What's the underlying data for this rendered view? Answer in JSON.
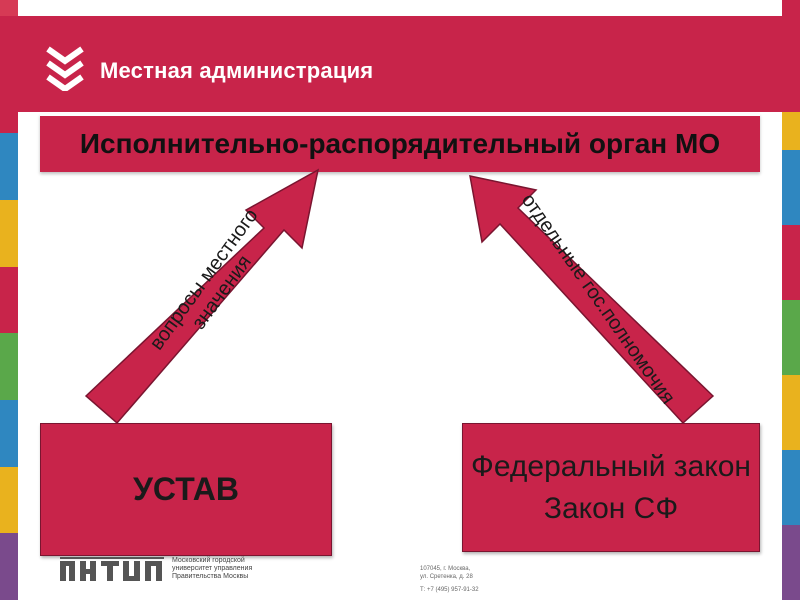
{
  "colors": {
    "accent": "#c8244a",
    "stripe_left": [
      "#d63a55",
      "#c8244a",
      "#2f87c0",
      "#e9b21e",
      "#c8244a",
      "#5aa84a",
      "#2f87c0",
      "#e9b21e",
      "#7a4a8c"
    ],
    "stripe_right": [
      "#c8244a",
      "#e9b21e",
      "#2f87c0",
      "#c8244a",
      "#5aa84a",
      "#e9b21e",
      "#2f87c0",
      "#7a4a8c"
    ]
  },
  "header": {
    "icon": "triple-chevron-down-icon",
    "title": "Местная администрация"
  },
  "org_box": {
    "label": "Исполнительно-распорядительный орган МО"
  },
  "arrows": {
    "left": {
      "label_line1": "вопросы местного",
      "label_line2": "значения",
      "direction": "up-right"
    },
    "right": {
      "label": "отдельные гос.полномочия",
      "direction": "up-left"
    }
  },
  "sources": {
    "ustav": {
      "label": "УСТАВ"
    },
    "law": {
      "line1": "Федеральный закон",
      "line2": "Закон СФ"
    }
  },
  "footer": {
    "logo": "mgupp-logo",
    "org_line1": "Московский городской",
    "org_line2": "университет управления",
    "org_line3": "Правительства Москвы",
    "address_line1": "107045, г. Москва,",
    "address_line2": "ул. Сретенка, д. 28",
    "phone": "Т: +7 (495) 957-91-32"
  }
}
